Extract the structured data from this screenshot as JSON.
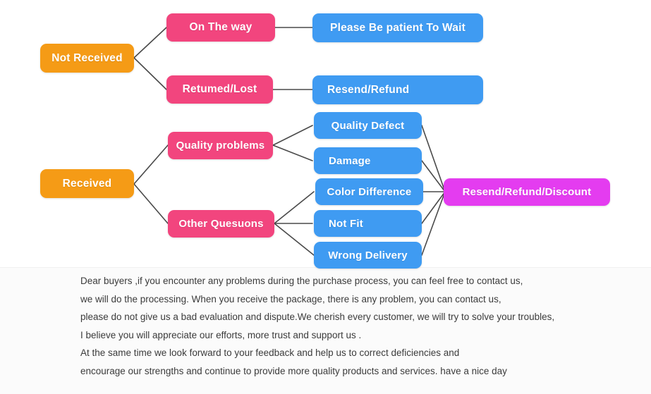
{
  "colors": {
    "orange": "#f59b16",
    "pink": "#f2457e",
    "blue": "#3f9bf2",
    "magenta": "#e43cf0",
    "line": "#4a4a4a",
    "text": "#3b3b3b",
    "background": "#ffffff"
  },
  "diagram": {
    "type": "flowchart",
    "title": "Order problem resolution flow",
    "nodes": {
      "not_received": "Not Received",
      "received": "Received",
      "on_the_way": "On The way",
      "returned_lost": "Retumed/Lost",
      "quality_problems": "Quality problems",
      "other_questions": "Other Quesuons",
      "please_wait": "Please Be patient To Wait",
      "resend_refund": "Resend/Refund",
      "quality_defect": "Quality Defect",
      "damage": "Damage",
      "color_difference": "Color Difference",
      "not_fit": "Not Fit",
      "wrong_delivery": "Wrong Delivery",
      "resend_refund_discount": "Resend/Refund/Discount"
    },
    "edges": [
      [
        "not_received",
        "on_the_way"
      ],
      [
        "not_received",
        "returned_lost"
      ],
      [
        "on_the_way",
        "please_wait"
      ],
      [
        "returned_lost",
        "resend_refund"
      ],
      [
        "received",
        "quality_problems"
      ],
      [
        "received",
        "other_questions"
      ],
      [
        "quality_problems",
        "quality_defect"
      ],
      [
        "quality_problems",
        "damage"
      ],
      [
        "other_questions",
        "color_difference"
      ],
      [
        "other_questions",
        "not_fit"
      ],
      [
        "other_questions",
        "wrong_delivery"
      ],
      [
        "quality_defect",
        "resend_refund_discount"
      ],
      [
        "damage",
        "resend_refund_discount"
      ],
      [
        "color_difference",
        "resend_refund_discount"
      ],
      [
        "not_fit",
        "resend_refund_discount"
      ],
      [
        "wrong_delivery",
        "resend_refund_discount"
      ]
    ]
  },
  "note": {
    "lines": [
      "Dear buyers ,if you encounter any problems during the purchase process, you can feel free to contact us,",
      "we will do the processing. When you receive the package, there is any problem, you can contact us,",
      "please do not give us a bad evaluation and dispute.We cherish every customer, we will try to solve your troubles,",
      "I believe you will appreciate our efforts, more trust and support us .",
      "At the same time we look forward to your feedback and help us to correct deficiencies and",
      "encourage our strengths and continue to provide more quality products and services. have a nice day"
    ]
  }
}
